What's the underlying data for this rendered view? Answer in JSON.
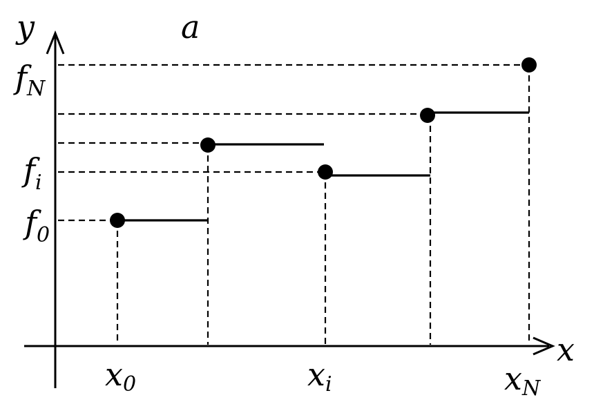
{
  "diagram": {
    "panel_label": "a",
    "axis_x_label": "x",
    "axis_y_label": "y",
    "x_labels": [
      {
        "main": "x",
        "sub": "0"
      },
      {
        "main": "x",
        "sub": "i"
      },
      {
        "main": "x",
        "sub": "N"
      }
    ],
    "y_labels": [
      {
        "main": "f",
        "sub": "N"
      },
      {
        "main": "f",
        "sub": "i"
      },
      {
        "main": "f",
        "sub": "0"
      }
    ],
    "line_color": "#000000"
  }
}
